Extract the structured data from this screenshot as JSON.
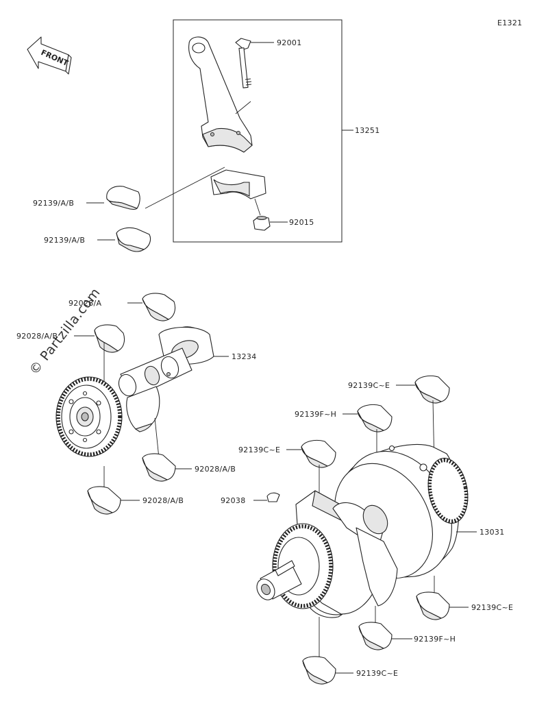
{
  "diagram_code": "E1321",
  "front_label": "FRONT",
  "watermark": "© Partzilla.com",
  "labels": {
    "p92001": "92001",
    "p13251": "13251",
    "p92139ab_1": "92139/A/B",
    "p92015": "92015",
    "p92139ab_2": "92139/A/B",
    "p92028a": "92028/A",
    "p92028ab_1": "92028/A/B",
    "p13234": "13234",
    "p92028ab_2": "92028/A/B",
    "p92028ab_3": "92028/A/B",
    "p92139ce_1": "92139C~E",
    "p92139fh_1": "92139F~H",
    "p92139ce_2": "92139C~E",
    "p92038": "92038",
    "p13031": "13031",
    "p92139ce_3": "92139C~E",
    "p92139fh_2": "92139F~H",
    "p92139ce_4": "92139C~E"
  }
}
